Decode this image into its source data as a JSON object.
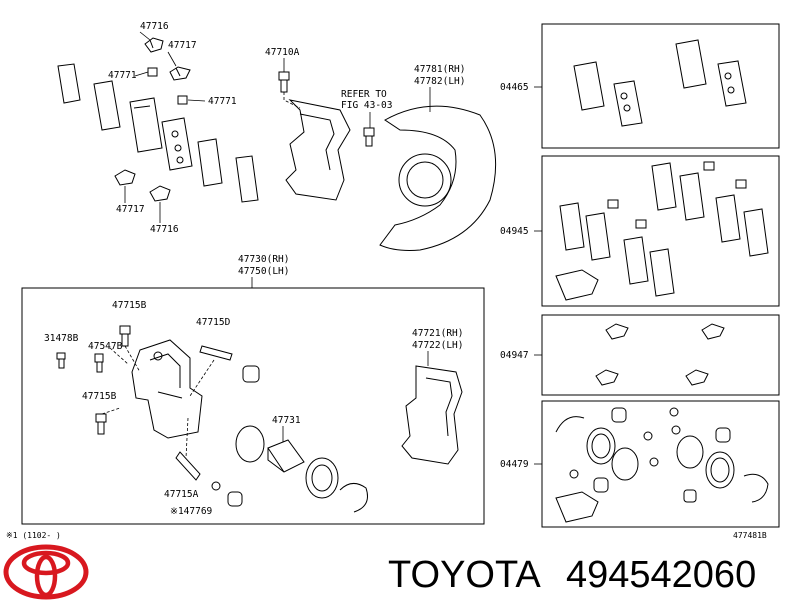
{
  "brand": "TOYOTA",
  "part_number": "494542060",
  "diagram_code": "477481B",
  "footnote": "※1 (1102-   )",
  "refer": [
    "REFER TO",
    "FIG 43-03"
  ],
  "main": {
    "p47716_top": "47716",
    "p47717_top": "47717",
    "p47771_a": "47771",
    "p47771_b": "47771",
    "p47717_bot": "47717",
    "p47716_bot": "47716",
    "p47710A": "47710A",
    "p47781": "47781(RH)",
    "p47782": "47782(LH)",
    "p47730": "47730(RH)",
    "p47750": "47750(LH)",
    "p47715B_a": "47715B",
    "p31478B": "31478B",
    "p47547B": "47547B",
    "p47715B_b": "47715B",
    "p47715D": "47715D",
    "p47731": "47731",
    "p47715A": "47715A",
    "p47769": "※147769",
    "p47721": "47721(RH)",
    "p47722": "47722(LH)"
  },
  "kits": [
    "04465",
    "04945",
    "04947",
    "04479"
  ]
}
